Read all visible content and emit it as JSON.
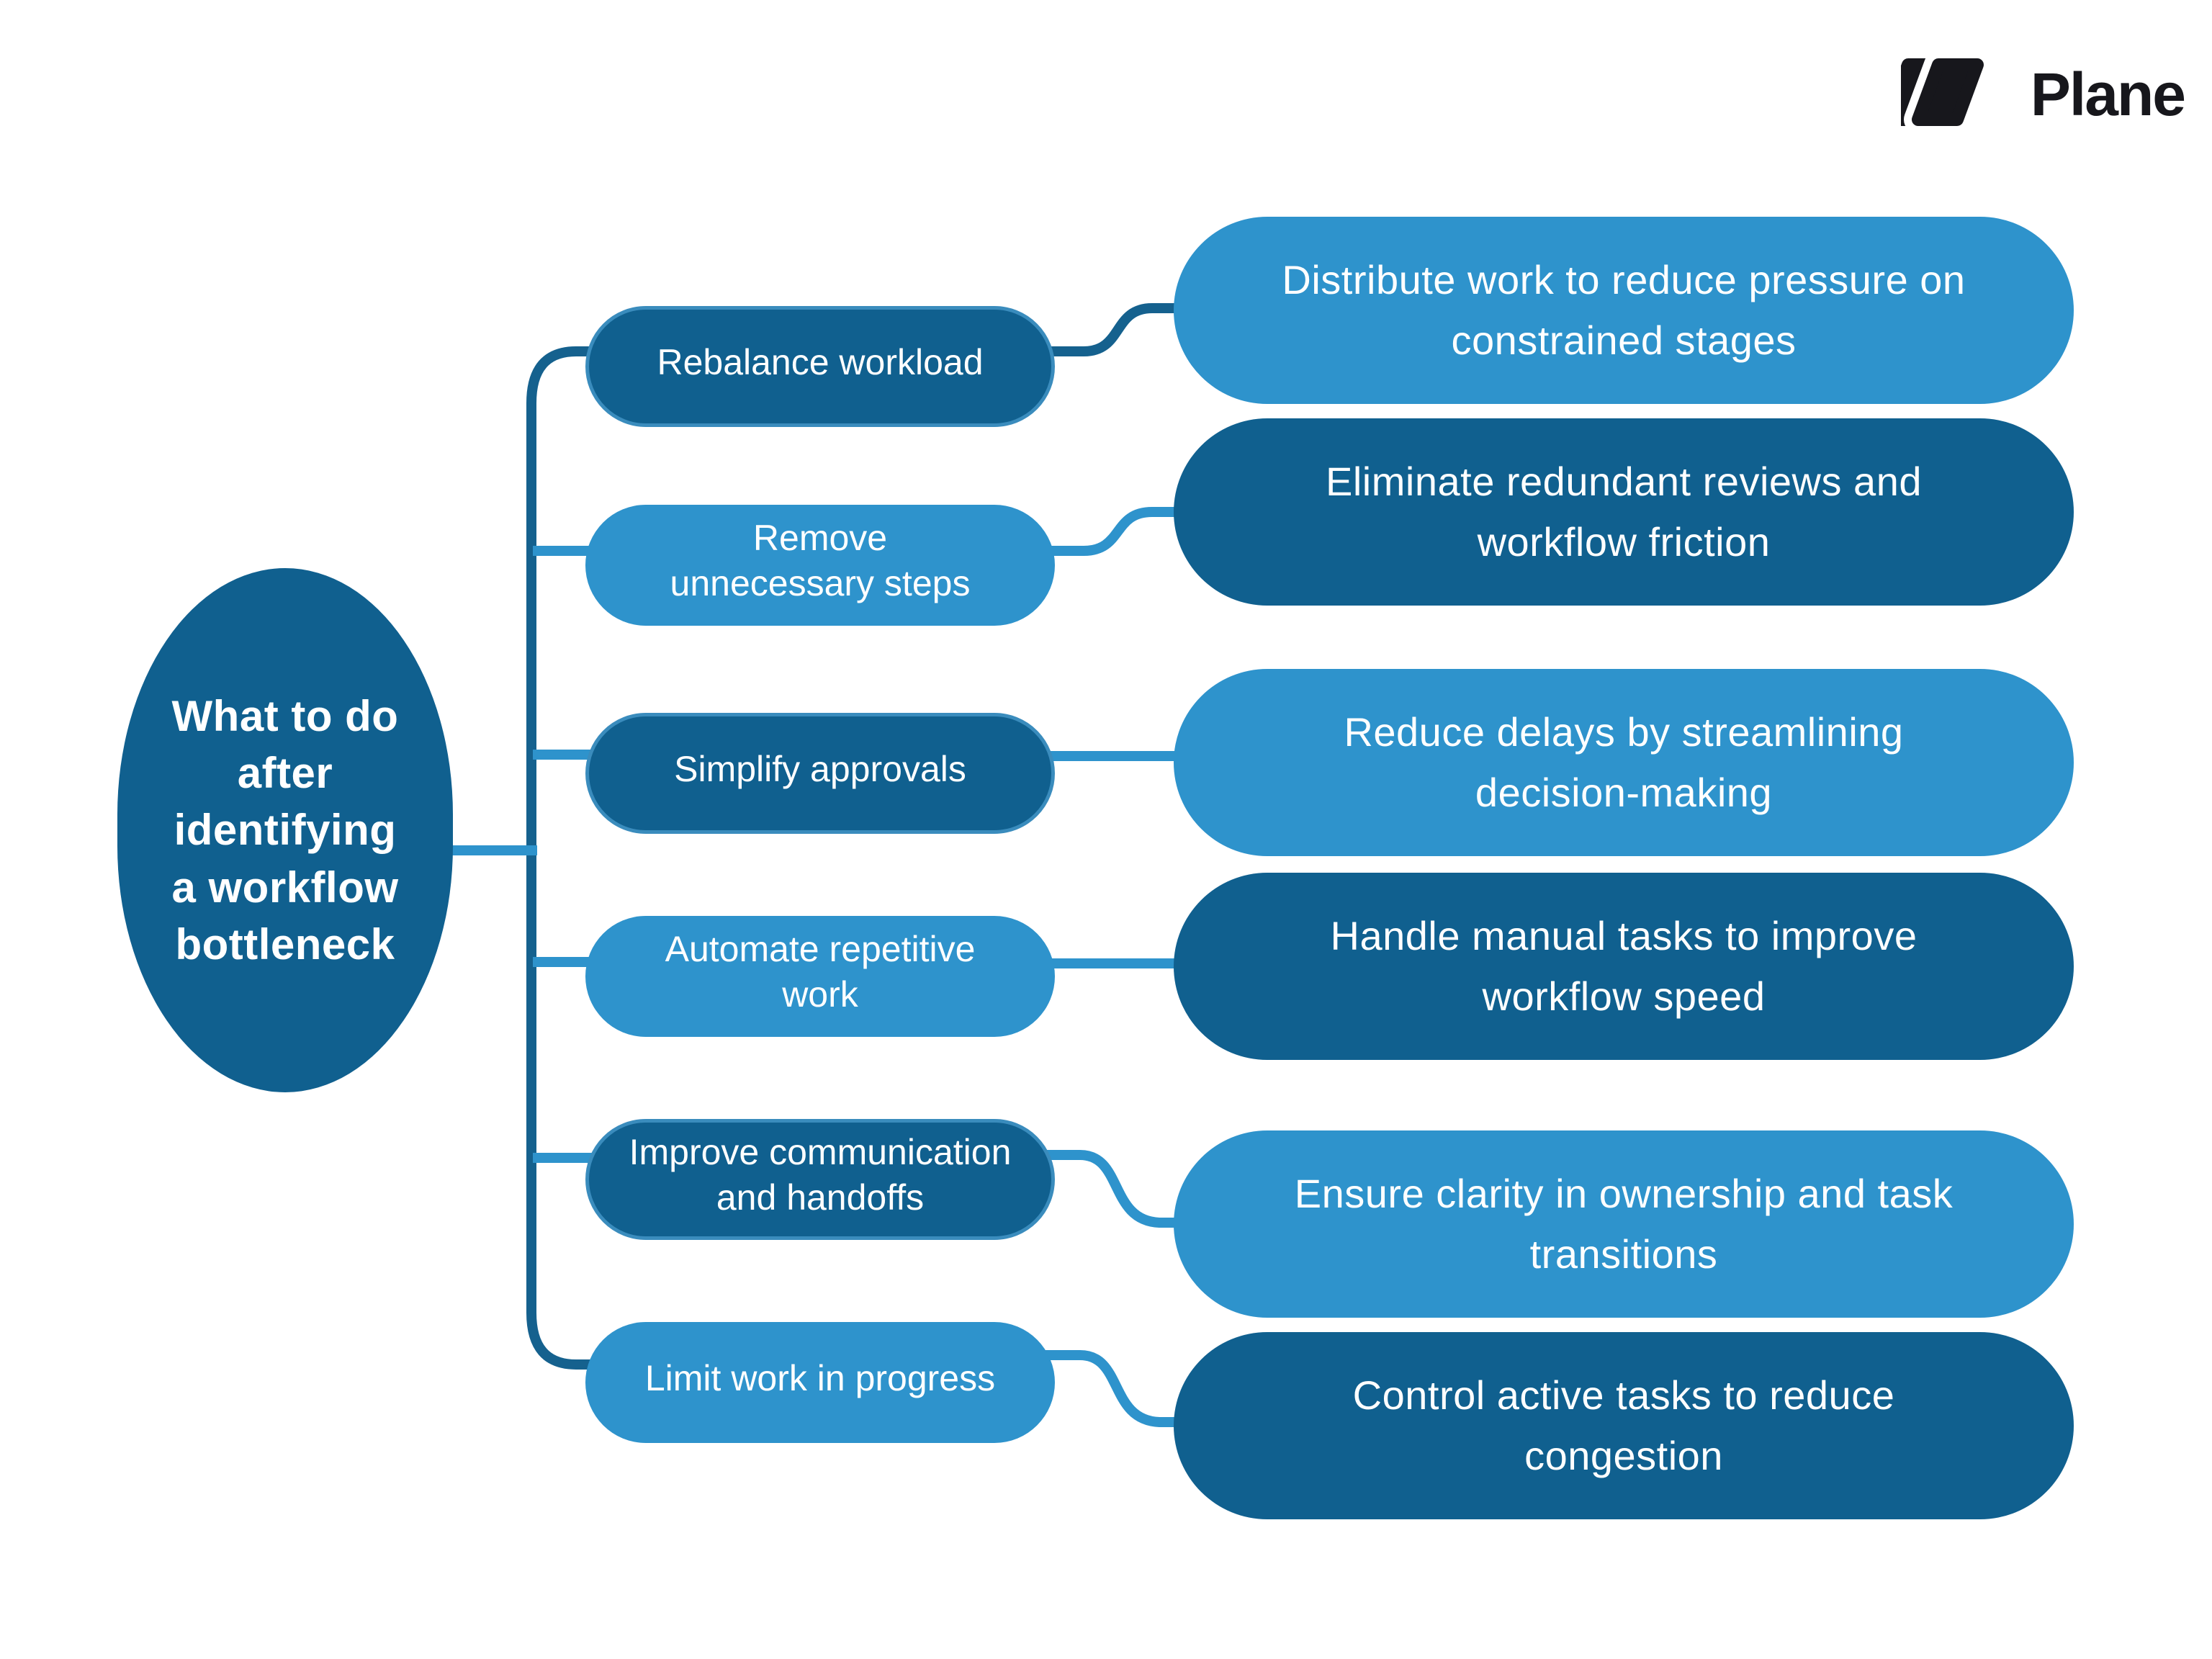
{
  "logo": {
    "brand": "Plane"
  },
  "root": {
    "label": "What to do\nafter\nidentifying\na workflow\nbottleneck"
  },
  "branches": [
    {
      "label": "Rebalance workload",
      "detail": "Distribute work to reduce pressure on\nconstrained stages"
    },
    {
      "label": "Remove\nunnecessary steps",
      "detail": "Eliminate redundant reviews and\nworkflow friction"
    },
    {
      "label": "Simplify approvals",
      "detail": "Reduce delays by streamlining\ndecision-making"
    },
    {
      "label": "Automate repetitive\nwork",
      "detail": "Handle manual tasks to improve\nworkflow speed"
    },
    {
      "label": "Improve communication\nand handoffs",
      "detail": "Ensure clarity in ownership and task\ntransitions"
    },
    {
      "label": "Limit work in progress",
      "detail": "Control active tasks to reduce\ncongestion"
    }
  ],
  "colors": {
    "node-dark": "#10608f",
    "node-light": "#2e93cc",
    "outline": "#3a8cbd",
    "line-dark": "#15618e",
    "line-light": "#2e93cc",
    "text": "#ffffff",
    "logo": "#17171c",
    "bg": "#ffffff"
  }
}
